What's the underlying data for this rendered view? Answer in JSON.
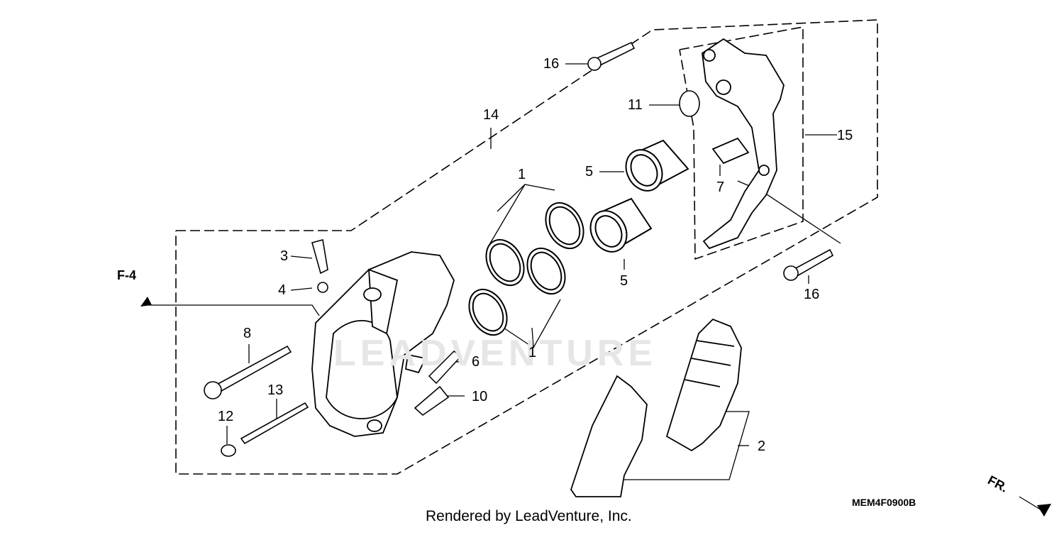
{
  "callouts": {
    "c1a": "1",
    "c1b": "1",
    "c2": "2",
    "c3": "3",
    "c4": "4",
    "c5a": "5",
    "c5b": "5",
    "c6": "6",
    "c7": "7",
    "c8": "8",
    "c10": "10",
    "c11": "11",
    "c12": "12",
    "c13": "13",
    "c14": "14",
    "c15": "15",
    "c16a": "16",
    "c16b": "16"
  },
  "reference": "F-4",
  "direction": "FR.",
  "diagram_code": "MEM4F0900B",
  "footer": "Rendered by LeadVenture, Inc.",
  "watermark": "LEADVENTURE"
}
